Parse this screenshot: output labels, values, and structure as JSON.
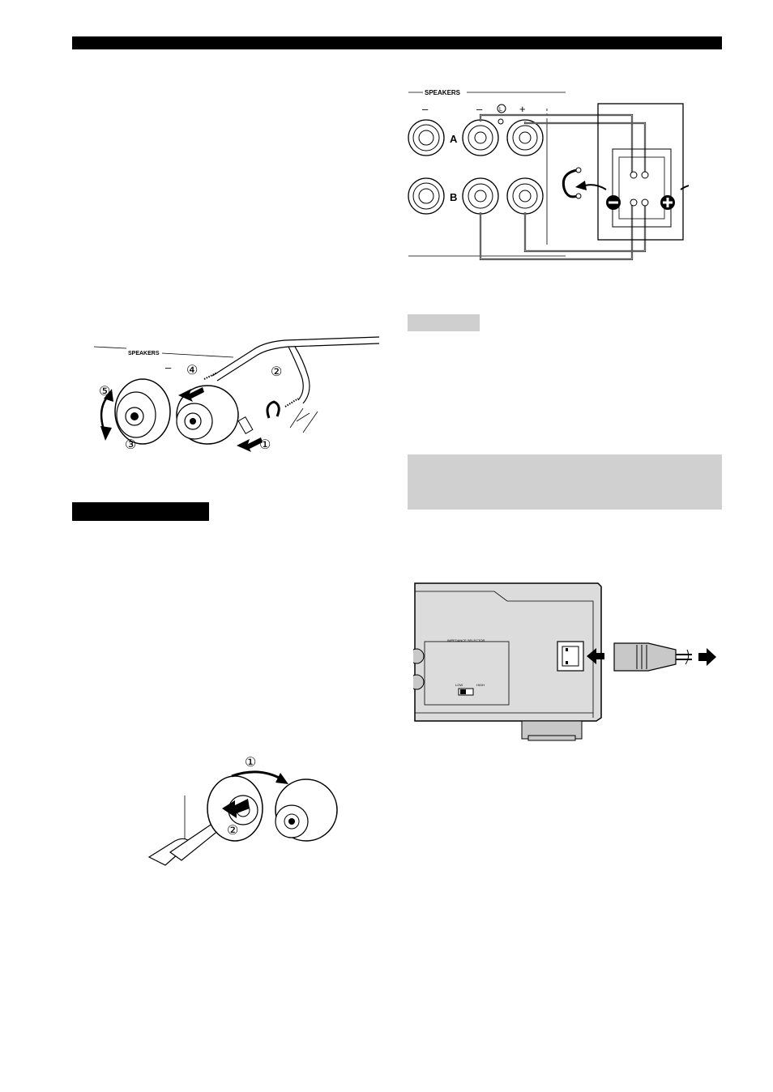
{
  "speakers_label": "SPEAKERS",
  "terminal_marks": {
    "minus": "–",
    "plus": "+",
    "row_a": "A",
    "row_b": "B",
    "lock_symbol": "L"
  },
  "fig_wire_steps": [
    "①",
    "②",
    "③",
    "④",
    "⑤"
  ],
  "fig_banana_steps": [
    "①",
    "②"
  ],
  "impedance_panel": {
    "title": "IMPEDANCE SELECTOR",
    "switch_low": "LOW",
    "switch_high": "HIGH"
  },
  "colors": {
    "bar": "#000000",
    "tab_gray": "#cfcfcf",
    "box_gray": "#d0d0d0",
    "device_body": "#dcdcdc"
  }
}
